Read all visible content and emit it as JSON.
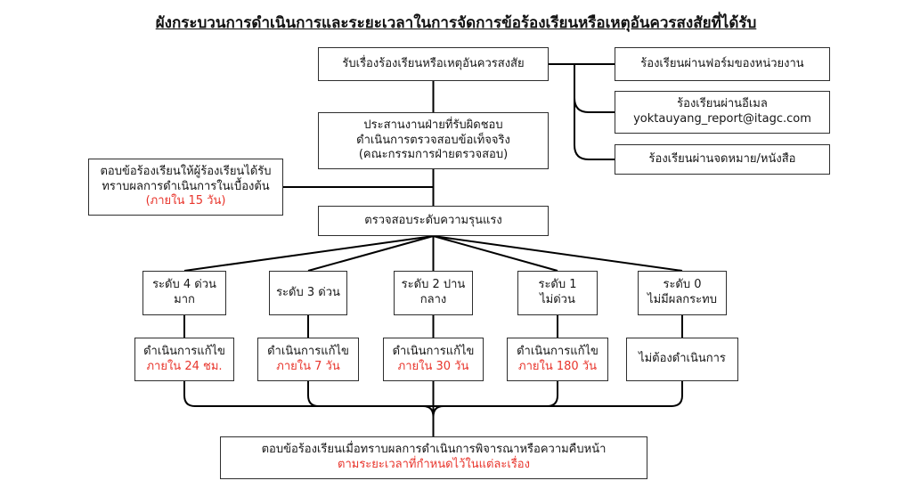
{
  "title": "ผังกระบวนการดำเนินการและระยะเวลาในการจัดการข้อร้องเรียนหรือเหตุอันควรสงสัยที่ได้รับ",
  "colors": {
    "accent_red": "#e8352c",
    "line": "#000000",
    "box_border": "#2e2e2e",
    "background": "#ffffff"
  },
  "nodes": {
    "receive": {
      "line1": "รับเรื่องร้องเรียนหรือเหตุอันควรสงสัย"
    },
    "channel_form": {
      "line1": "ร้องเรียนผ่านฟอร์มของหน่วยงาน"
    },
    "channel_email": {
      "line1": "ร้องเรียนผ่านอีเมล",
      "line2": "yoktauyang_report@itagc.com"
    },
    "channel_letter": {
      "line1": "ร้องเรียนผ่านจดหมาย/หนังสือ"
    },
    "coordinate": {
      "line1": "ประสานงานฝ่ายที่รับผิดชอบ",
      "line2": "ดำเนินการตรวจสอบข้อเท็จจริง",
      "line3": "(คณะกรรมการฝ่ายตรวจสอบ)"
    },
    "initial_reply": {
      "line1": "ตอบข้อร้องเรียนให้ผู้ร้องเรียนได้รับ",
      "line2": "ทราบผลการดำเนินการในเบื้องต้น",
      "deadline": "(ภายใน 15 วัน)"
    },
    "assess": {
      "line1": "ตรวจสอบระดับความรุนแรง"
    },
    "final_reply": {
      "line1": "ตอบข้อร้องเรียนเมื่อทราบผลการดำเนินการพิจารณาหรือความคืบหน้า",
      "deadline": "ตามระยะเวลาที่กำหนดไว้ในแต่ละเรื่อง"
    }
  },
  "levels": [
    {
      "label": [
        "ระดับ 4 ด่วน",
        "มาก"
      ],
      "action": "ดำเนินการแก้ไข",
      "deadline": "ภายใน 24 ชม."
    },
    {
      "label": [
        "ระดับ 3 ด่วน"
      ],
      "action": "ดำเนินการแก้ไข",
      "deadline": "ภายใน 7 วัน"
    },
    {
      "label": [
        "ระดับ 2 ปาน",
        "กลาง"
      ],
      "action": "ดำเนินการแก้ไข",
      "deadline": "ภายใน 30 วัน"
    },
    {
      "label": [
        "ระดับ 1",
        "ไม่ด่วน"
      ],
      "action": "ดำเนินการแก้ไข",
      "deadline": "ภายใน 180 วัน"
    },
    {
      "label": [
        "ระดับ 0",
        "ไม่มีผลกระทบ"
      ],
      "action": "ไม่ต้องดำเนินการ",
      "deadline": ""
    }
  ]
}
